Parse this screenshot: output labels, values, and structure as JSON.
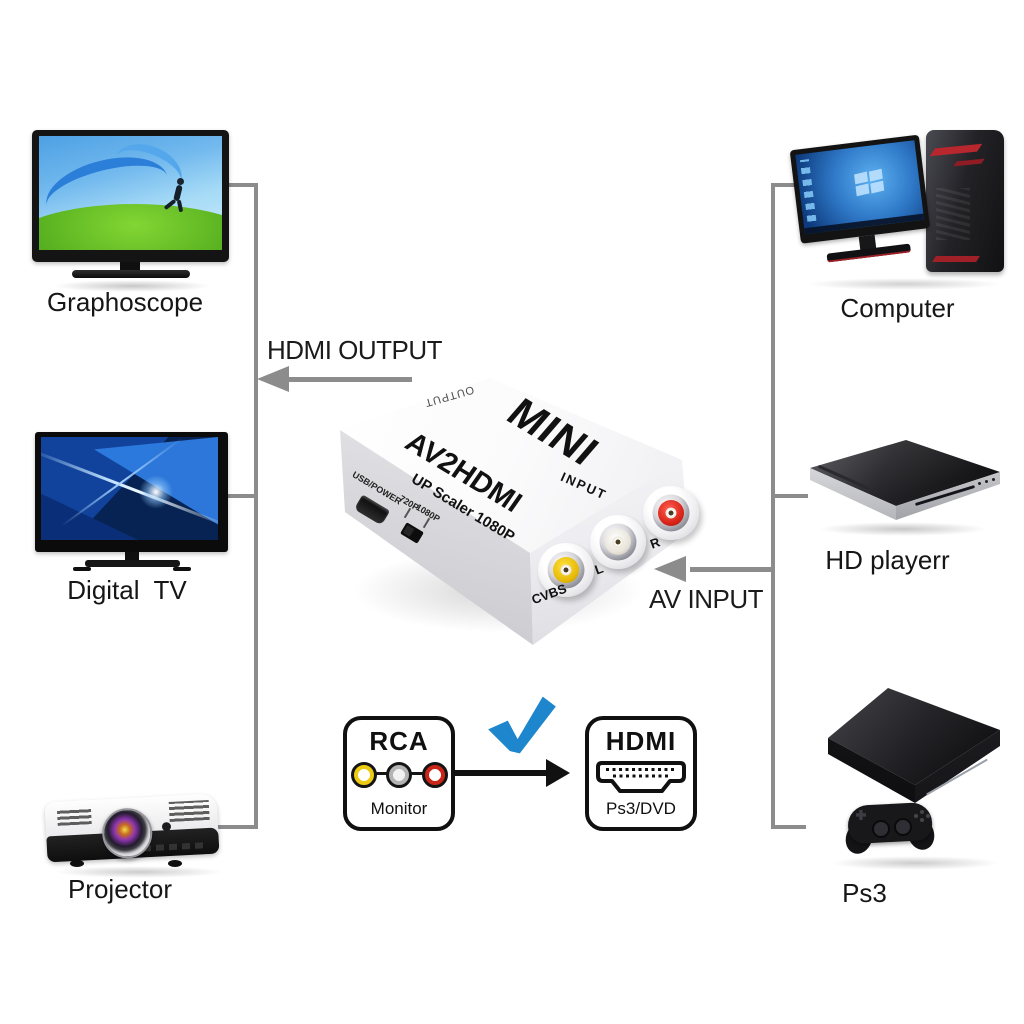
{
  "diagram": {
    "background": "#ffffff",
    "line_color": "#8c8c8c",
    "annotations": {
      "hdmi_output": "HDMI OUTPUT",
      "av_input": "AV INPUT"
    },
    "left_devices": [
      {
        "label": "Graphoscope"
      },
      {
        "label": "Digital  TV"
      },
      {
        "label": "Projector"
      }
    ],
    "right_devices": [
      {
        "label": "Computer"
      },
      {
        "label": "HD playerr"
      },
      {
        "label": "Ps3"
      }
    ],
    "converter": {
      "brand": "MINI",
      "model": "AV2HDMI",
      "subtitle": "UP Scaler 1080P",
      "ports": {
        "output": "OUTPUT",
        "input": "INPUT",
        "usb_power": "USB/POWER",
        "res_720": "720P",
        "res_1080": "1080P",
        "cvbs": "CVBS",
        "audio_l": "L",
        "audio_r": "R"
      }
    },
    "legend": {
      "rca": {
        "title": "RCA",
        "caption": "Monitor"
      },
      "hdmi": {
        "title": "HDMI",
        "caption": "Ps3/DVD"
      }
    },
    "colors": {
      "check_blue": "#1d86cc",
      "rca_yellow": "#eecb13",
      "rca_gray": "#b4b4b4",
      "rca_red": "#c92519",
      "jack_yellow": "#e8ba08",
      "jack_red": "#d92318"
    }
  }
}
